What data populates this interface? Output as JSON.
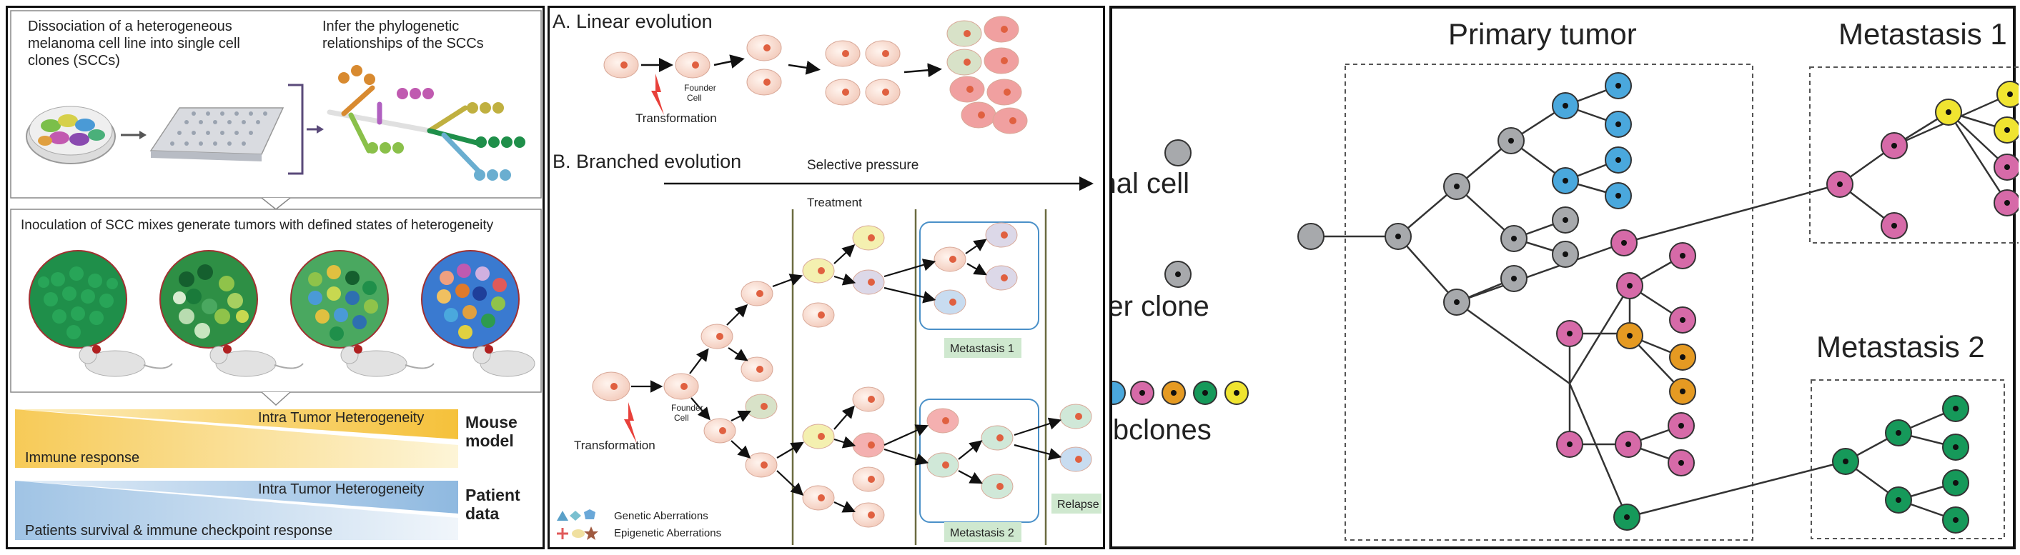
{
  "left_panel": {
    "top_box": {
      "dissociation_text": [
        "Dissociation of a heterogeneous",
        "melanoma cell line into single cell",
        "clones (SCCs)"
      ],
      "infer_text": [
        "Infer the phylogenetic",
        "relationships of the SCCs"
      ]
    },
    "middle_box": {
      "inoculation_text": "Inoculation of SCC mixes generate tumors with defined states of heterogeneity"
    },
    "gradients": {
      "mouse": {
        "itH": "Intra Tumor Heterogeneity",
        "response": "Immune response",
        "model": [
          "Mouse",
          "model"
        ]
      },
      "patient": {
        "itH": "Intra Tumor Heterogeneity",
        "response": "Patients survival & immune checkpoint response",
        "model": [
          "Patient",
          "data"
        ]
      }
    },
    "colors": {
      "dark_green": "#1a7a3a",
      "mid_green": "#2e9b4e",
      "light_green": "#8fc34a",
      "yellow_grad": "#f5c13a",
      "blue_grad": "#a9c9e8"
    }
  },
  "middle_panel": {
    "linear": {
      "title": "A. Linear evolution",
      "transformation": "Transformation",
      "founder": [
        "Founder",
        "Cell"
      ]
    },
    "branched": {
      "title": "B. Branched evolution",
      "selective_pressure": "Selective pressure",
      "treatment": "Treatment",
      "transformation": "Transformation",
      "founder": [
        "Founder",
        "Cell"
      ],
      "metastasis1": "Metastasis 1",
      "metastasis2": "Metastasis 2",
      "relapse": "Relapse"
    },
    "legend": {
      "genetic": "Genetic Aberrations",
      "epigenetic": "Epigenetic Aberrations"
    }
  },
  "right_panel": {
    "primary_tumor": "Primary tumor",
    "metastasis1": "Metastasis 1",
    "metastasis2": "Metastasis 2",
    "legend": {
      "normal": "Normal cell",
      "founder": "Founder clone",
      "subclones": "Subclones"
    },
    "colors": {
      "gray": "#a7a9ac",
      "blue": "#4aa8dd",
      "pink": "#d66aa8",
      "orange": "#e59a22",
      "green": "#16995a",
      "yellow": "#f0e430"
    }
  }
}
